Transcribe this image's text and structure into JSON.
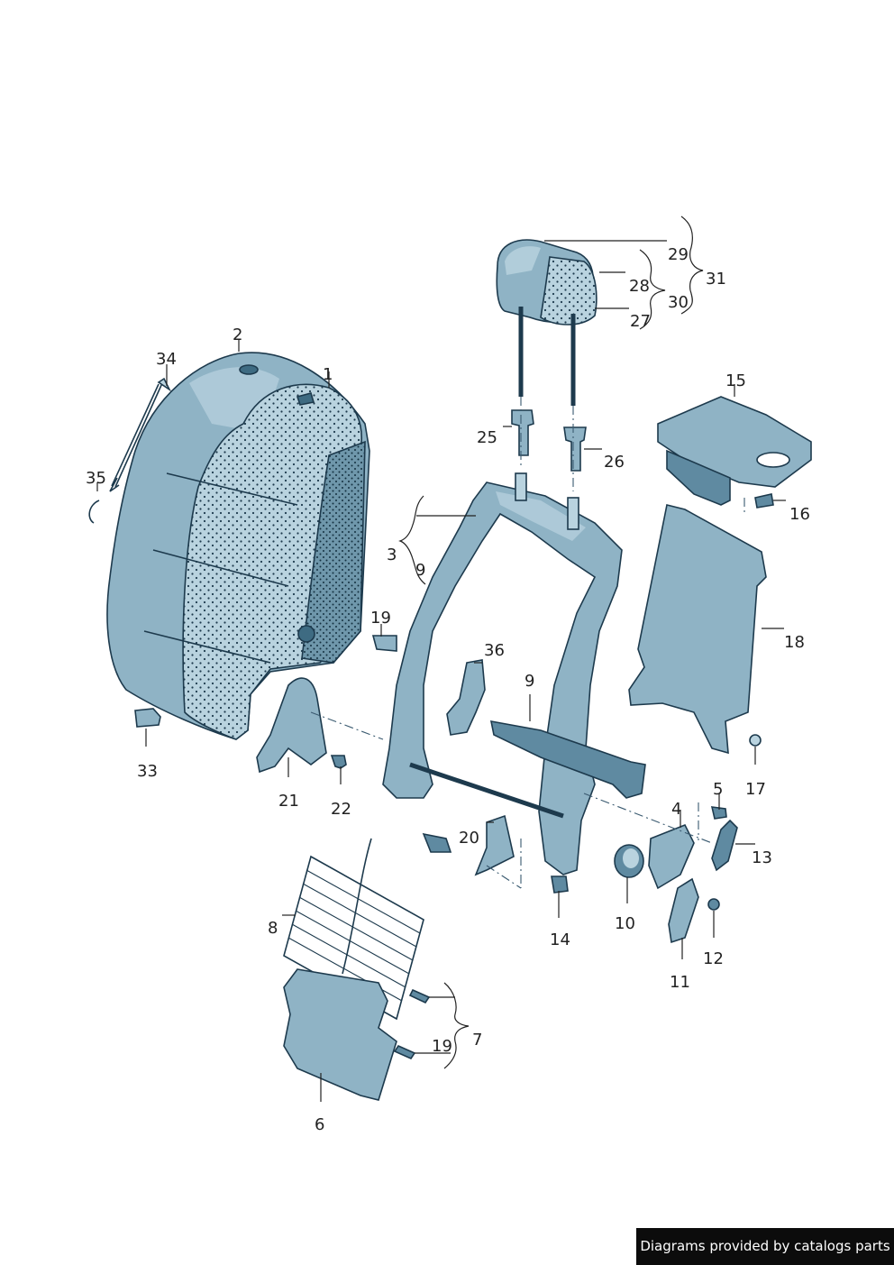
{
  "callouts": [
    "1",
    "2",
    "3",
    "4",
    "5",
    "6",
    "7",
    "8",
    "9",
    "9",
    "10",
    "11",
    "12",
    "13",
    "14",
    "15",
    "16",
    "17",
    "18",
    "19",
    "19",
    "20",
    "21",
    "22",
    "25",
    "26",
    "27",
    "28",
    "29",
    "30",
    "31",
    "33",
    "34",
    "35",
    "36"
  ],
  "banner": "Diagrams provided by catalogs parts",
  "colors": {
    "light": "#b9d3df",
    "mid": "#8fb3c5",
    "dark": "#5f8aa1",
    "deep": "#3e6b82",
    "outline": "#1d3a4d"
  }
}
